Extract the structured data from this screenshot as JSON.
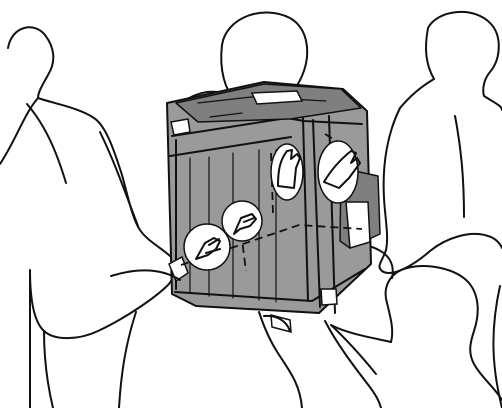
{
  "figure": {
    "type": "instruction-illustration",
    "colors": {
      "background": "#ffffff",
      "outline": "#111111",
      "machine_gray": "#9a9a9a",
      "machine_dark": "#7f7f7f",
      "highlight_circle": "#ffffff",
      "dashed_line": "#111111"
    },
    "icons": [
      "person-outline",
      "printer-outline",
      "hand-icon",
      "lifting-handle-icon",
      "dashed-guide-line"
    ]
  }
}
